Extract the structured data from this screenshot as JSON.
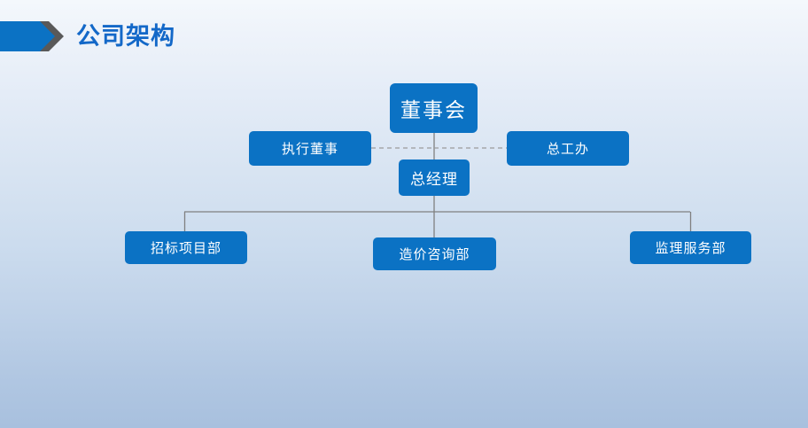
{
  "header": {
    "title": "公司架构",
    "accent_color": "#0B72C4",
    "title_color": "#1368C8",
    "chevron_shadow_color": "#595959"
  },
  "chart_data": {
    "type": "diagram",
    "title": "公司架构",
    "node_fill_color": "#0B72C4",
    "node_text_color": "#FFFFFF",
    "connector_color": "#808080",
    "nodes": [
      {
        "id": "board",
        "label": "董事会",
        "level": 0
      },
      {
        "id": "exec_director",
        "label": "执行董事",
        "level": 1
      },
      {
        "id": "chief_eng_office",
        "label": "总工办",
        "level": 1
      },
      {
        "id": "general_manager",
        "label": "总经理",
        "level": 2
      },
      {
        "id": "bidding_dept",
        "label": "招标项目部",
        "level": 3
      },
      {
        "id": "cost_dept",
        "label": "造价咨询部",
        "level": 3
      },
      {
        "id": "supervision_dept",
        "label": "监理服务部",
        "level": 3
      }
    ],
    "edges": [
      {
        "from": "board",
        "to": "general_manager",
        "style": "solid"
      },
      {
        "from": "exec_director",
        "to": "general_manager",
        "style": "dashed"
      },
      {
        "from": "chief_eng_office",
        "to": "general_manager",
        "style": "dashed"
      },
      {
        "from": "general_manager",
        "to": "bidding_dept",
        "style": "solid"
      },
      {
        "from": "general_manager",
        "to": "cost_dept",
        "style": "solid"
      },
      {
        "from": "general_manager",
        "to": "supervision_dept",
        "style": "solid"
      }
    ]
  }
}
